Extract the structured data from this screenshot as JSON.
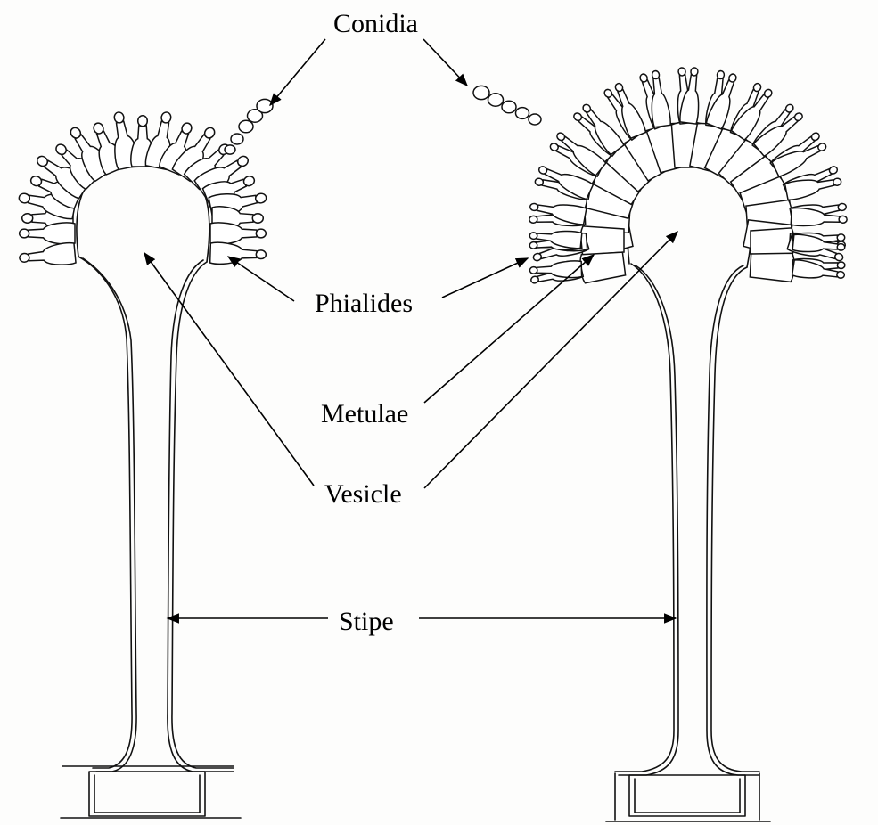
{
  "labels": {
    "conidia": "Conidia",
    "phialides": "Phialides",
    "metulae": "Metulae",
    "vesicle": "Vesicle",
    "stipe": "Stipe"
  },
  "colors": {
    "ink": "#111111",
    "background": "#fdfdfc"
  }
}
